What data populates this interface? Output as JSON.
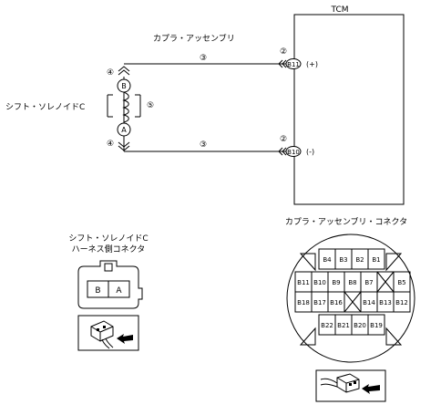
{
  "tcm": {
    "title": "TCM",
    "pin_top": "B11",
    "pin_top_sign": "(+)",
    "pin_bottom": "B10",
    "pin_bottom_sign": "(-)"
  },
  "harness": {
    "coupler_label": "カプラ・アッセンブリ",
    "solenoid_label": "シフト・ソレノイドC",
    "terminal_b": "B",
    "terminal_a": "A",
    "num_connector_top": "④",
    "num_connector_bottom": "④",
    "num_coil": "⑤",
    "num_wire_top": "③",
    "num_wire_bottom": "③",
    "num_tcm_top": "②",
    "num_tcm_bottom": "②"
  },
  "solenoid_connector": {
    "title_line1": "シフト・ソレノイドC",
    "title_line2": "ハーネス側コネクタ",
    "pin_b": "B",
    "pin_a": "A"
  },
  "coupler_connector": {
    "title": "カプラ・アッセンブリ・コネクタ",
    "row1": [
      "B4",
      "B3",
      "B2",
      "B1"
    ],
    "row2": [
      "B11",
      "B10",
      "B9",
      "B8",
      "B7",
      "",
      "B5"
    ],
    "row3": [
      "B18",
      "B17",
      "B16",
      "",
      "B14",
      "B13",
      "B12"
    ],
    "row4": [
      "B22",
      "B21",
      "B20",
      "B19"
    ]
  }
}
